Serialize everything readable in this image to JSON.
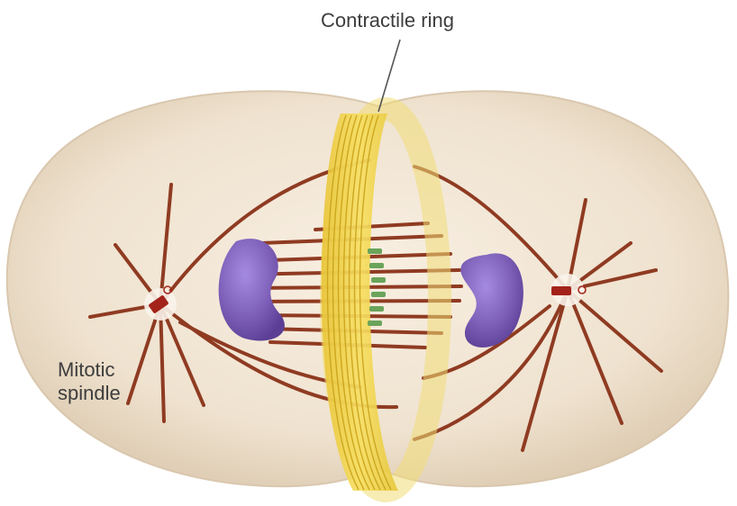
{
  "labels": {
    "contractile_ring": "Contractile ring",
    "mitotic_spindle_line1": "Mitotic",
    "mitotic_spindle_line2": "spindle"
  },
  "colors": {
    "background": "#ffffff",
    "cell_body": "#efe2cf",
    "cell_edge": "#d9c7ae",
    "spindle_fiber": "#8f3b22",
    "contractile_ring": "#f3d64a",
    "ring_stripe": "#c9a21a",
    "chromatin": "#7d5fb8",
    "chromosome_green": "#6aa45a",
    "centrosome": "#a3231a",
    "leader_line": "#555555"
  }
}
